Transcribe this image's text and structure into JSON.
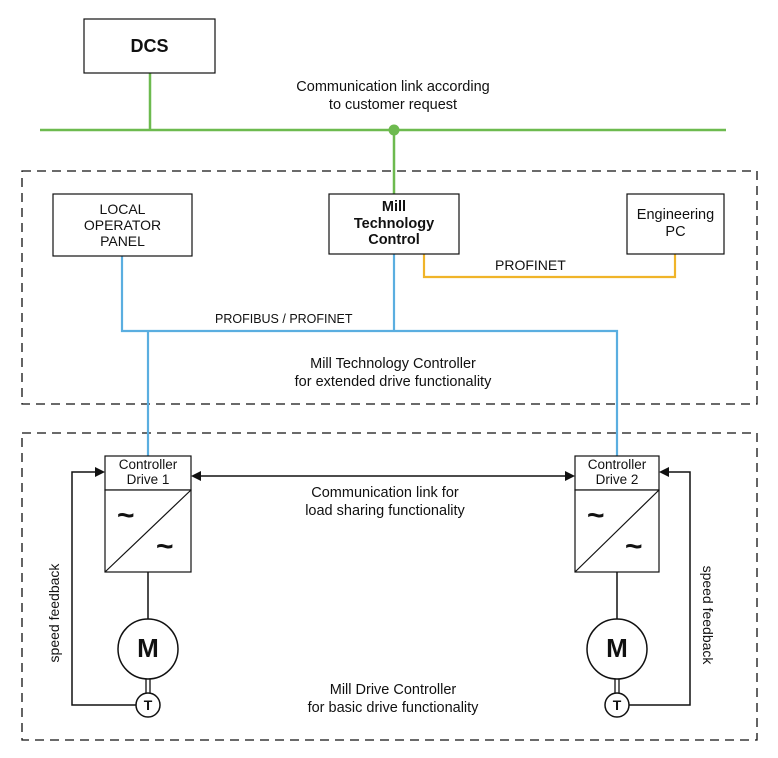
{
  "dcs": {
    "label": "DCS"
  },
  "comm_link_top": {
    "line1": "Communication link according",
    "line2": "to customer request"
  },
  "local_panel": {
    "line1": "LOCAL",
    "line2": "OPERATOR",
    "line3": "PANEL"
  },
  "mtc_box": {
    "line1": "Mill",
    "line2": "Technology",
    "line3": "Control"
  },
  "eng_pc": {
    "line1": "Engineering",
    "line2": "PC"
  },
  "profinet_label": "PROFINET",
  "profibus_label": "PROFIBUS / PROFINET",
  "upper_region": {
    "line1": "Mill Technology Controller",
    "line2": "for extended drive functionality"
  },
  "drive1": {
    "controller_line1": "Controller",
    "controller_line2": "Drive 1",
    "motor": "M",
    "tacho": "T"
  },
  "drive2": {
    "controller_line1": "Controller",
    "controller_line2": "Drive 2",
    "motor": "M",
    "tacho": "T"
  },
  "load_sharing": {
    "line1": "Communication link for",
    "line2": "load sharing functionality"
  },
  "lower_region": {
    "line1": "Mill Drive Controller",
    "line2": "for basic drive functionality"
  },
  "speed_feedback_label": "speed feedback",
  "converter_symbol": "~",
  "colors": {
    "green": "#6dba4f",
    "blue": "#5aaee0",
    "orange": "#f0b429",
    "black": "#111111"
  }
}
